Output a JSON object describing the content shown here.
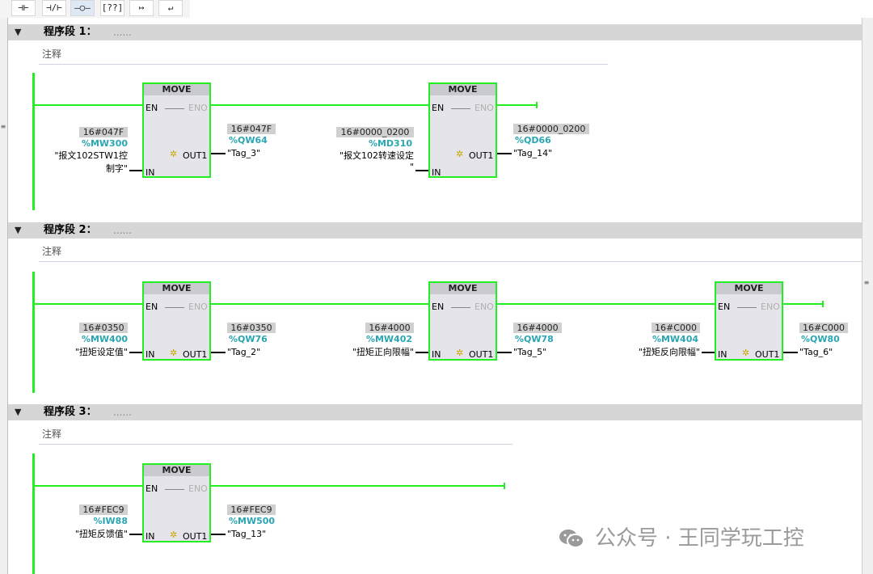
{
  "toolbar": {
    "buttons": [
      {
        "icon": "no-contact-icon",
        "glyph": "⊣⊢"
      },
      {
        "icon": "nc-contact-icon",
        "glyph": "⊣/⊢"
      },
      {
        "icon": "coil-icon",
        "glyph": "–○–"
      },
      {
        "icon": "empty-box-icon",
        "glyph": "[??]"
      },
      {
        "icon": "open-branch-icon",
        "glyph": "↦"
      },
      {
        "icon": "close-branch-icon",
        "glyph": "↵"
      }
    ]
  },
  "networks": [
    {
      "title": "程序段 1：",
      "dots": "......",
      "comment": "注释",
      "moves": [
        {
          "head": "MOVE",
          "en": "EN",
          "eno": "ENO",
          "in": "IN",
          "out": "OUT1",
          "in_value": "16#047F",
          "in_addr": "%MW300",
          "in_sym1": "\"报文102STW1控",
          "in_sym2": "制字\"",
          "out_value": "16#047F",
          "out_addr": "%QW64",
          "out_sym": "\"Tag_3\""
        },
        {
          "head": "MOVE",
          "en": "EN",
          "eno": "ENO",
          "in": "IN",
          "out": "OUT1",
          "in_value": "16#0000_0200",
          "in_addr": "%MD310",
          "in_sym1": "\"报文102转速设定",
          "in_sym2": "\"",
          "out_value": "16#0000_0200",
          "out_addr": "%QD66",
          "out_sym": "\"Tag_14\""
        }
      ]
    },
    {
      "title": "程序段 2：",
      "dots": "......",
      "comment": "注释",
      "moves": [
        {
          "head": "MOVE",
          "en": "EN",
          "eno": "ENO",
          "in": "IN",
          "out": "OUT1",
          "in_value": "16#0350",
          "in_addr": "%MW400",
          "in_sym1": "\"扭矩设定值\"",
          "out_value": "16#0350",
          "out_addr": "%QW76",
          "out_sym": "\"Tag_2\""
        },
        {
          "head": "MOVE",
          "en": "EN",
          "eno": "ENO",
          "in": "IN",
          "out": "OUT1",
          "in_value": "16#4000",
          "in_addr": "%MW402",
          "in_sym1": "\"扭矩正向限幅\"",
          "out_value": "16#4000",
          "out_addr": "%QW78",
          "out_sym": "\"Tag_5\""
        },
        {
          "head": "MOVE",
          "en": "EN",
          "eno": "ENO",
          "in": "IN",
          "out": "OUT1",
          "in_value": "16#C000",
          "in_addr": "%MW404",
          "in_sym1": "\"扭矩反向限幅\"",
          "out_value": "16#C000",
          "out_addr": "%QW80",
          "out_sym": "\"Tag_6\""
        }
      ]
    },
    {
      "title": "程序段 3：",
      "dots": "......",
      "comment": "注释",
      "moves": [
        {
          "head": "MOVE",
          "en": "EN",
          "eno": "ENO",
          "in": "IN",
          "out": "OUT1",
          "in_value": "16#FEC9",
          "in_addr": "%IW88",
          "in_sym1": "\"扭矩反馈值\"",
          "out_value": "16#FEC9",
          "out_addr": "%MW500",
          "out_sym": "\"Tag_13\""
        }
      ]
    }
  ],
  "watermark": {
    "text": "公众号 · 王同学玩工控",
    "icon": "wechat-icon"
  },
  "colors": {
    "powerflow": "#22ee22",
    "address": "#2aa6b2",
    "header": "#d6d6d6"
  }
}
